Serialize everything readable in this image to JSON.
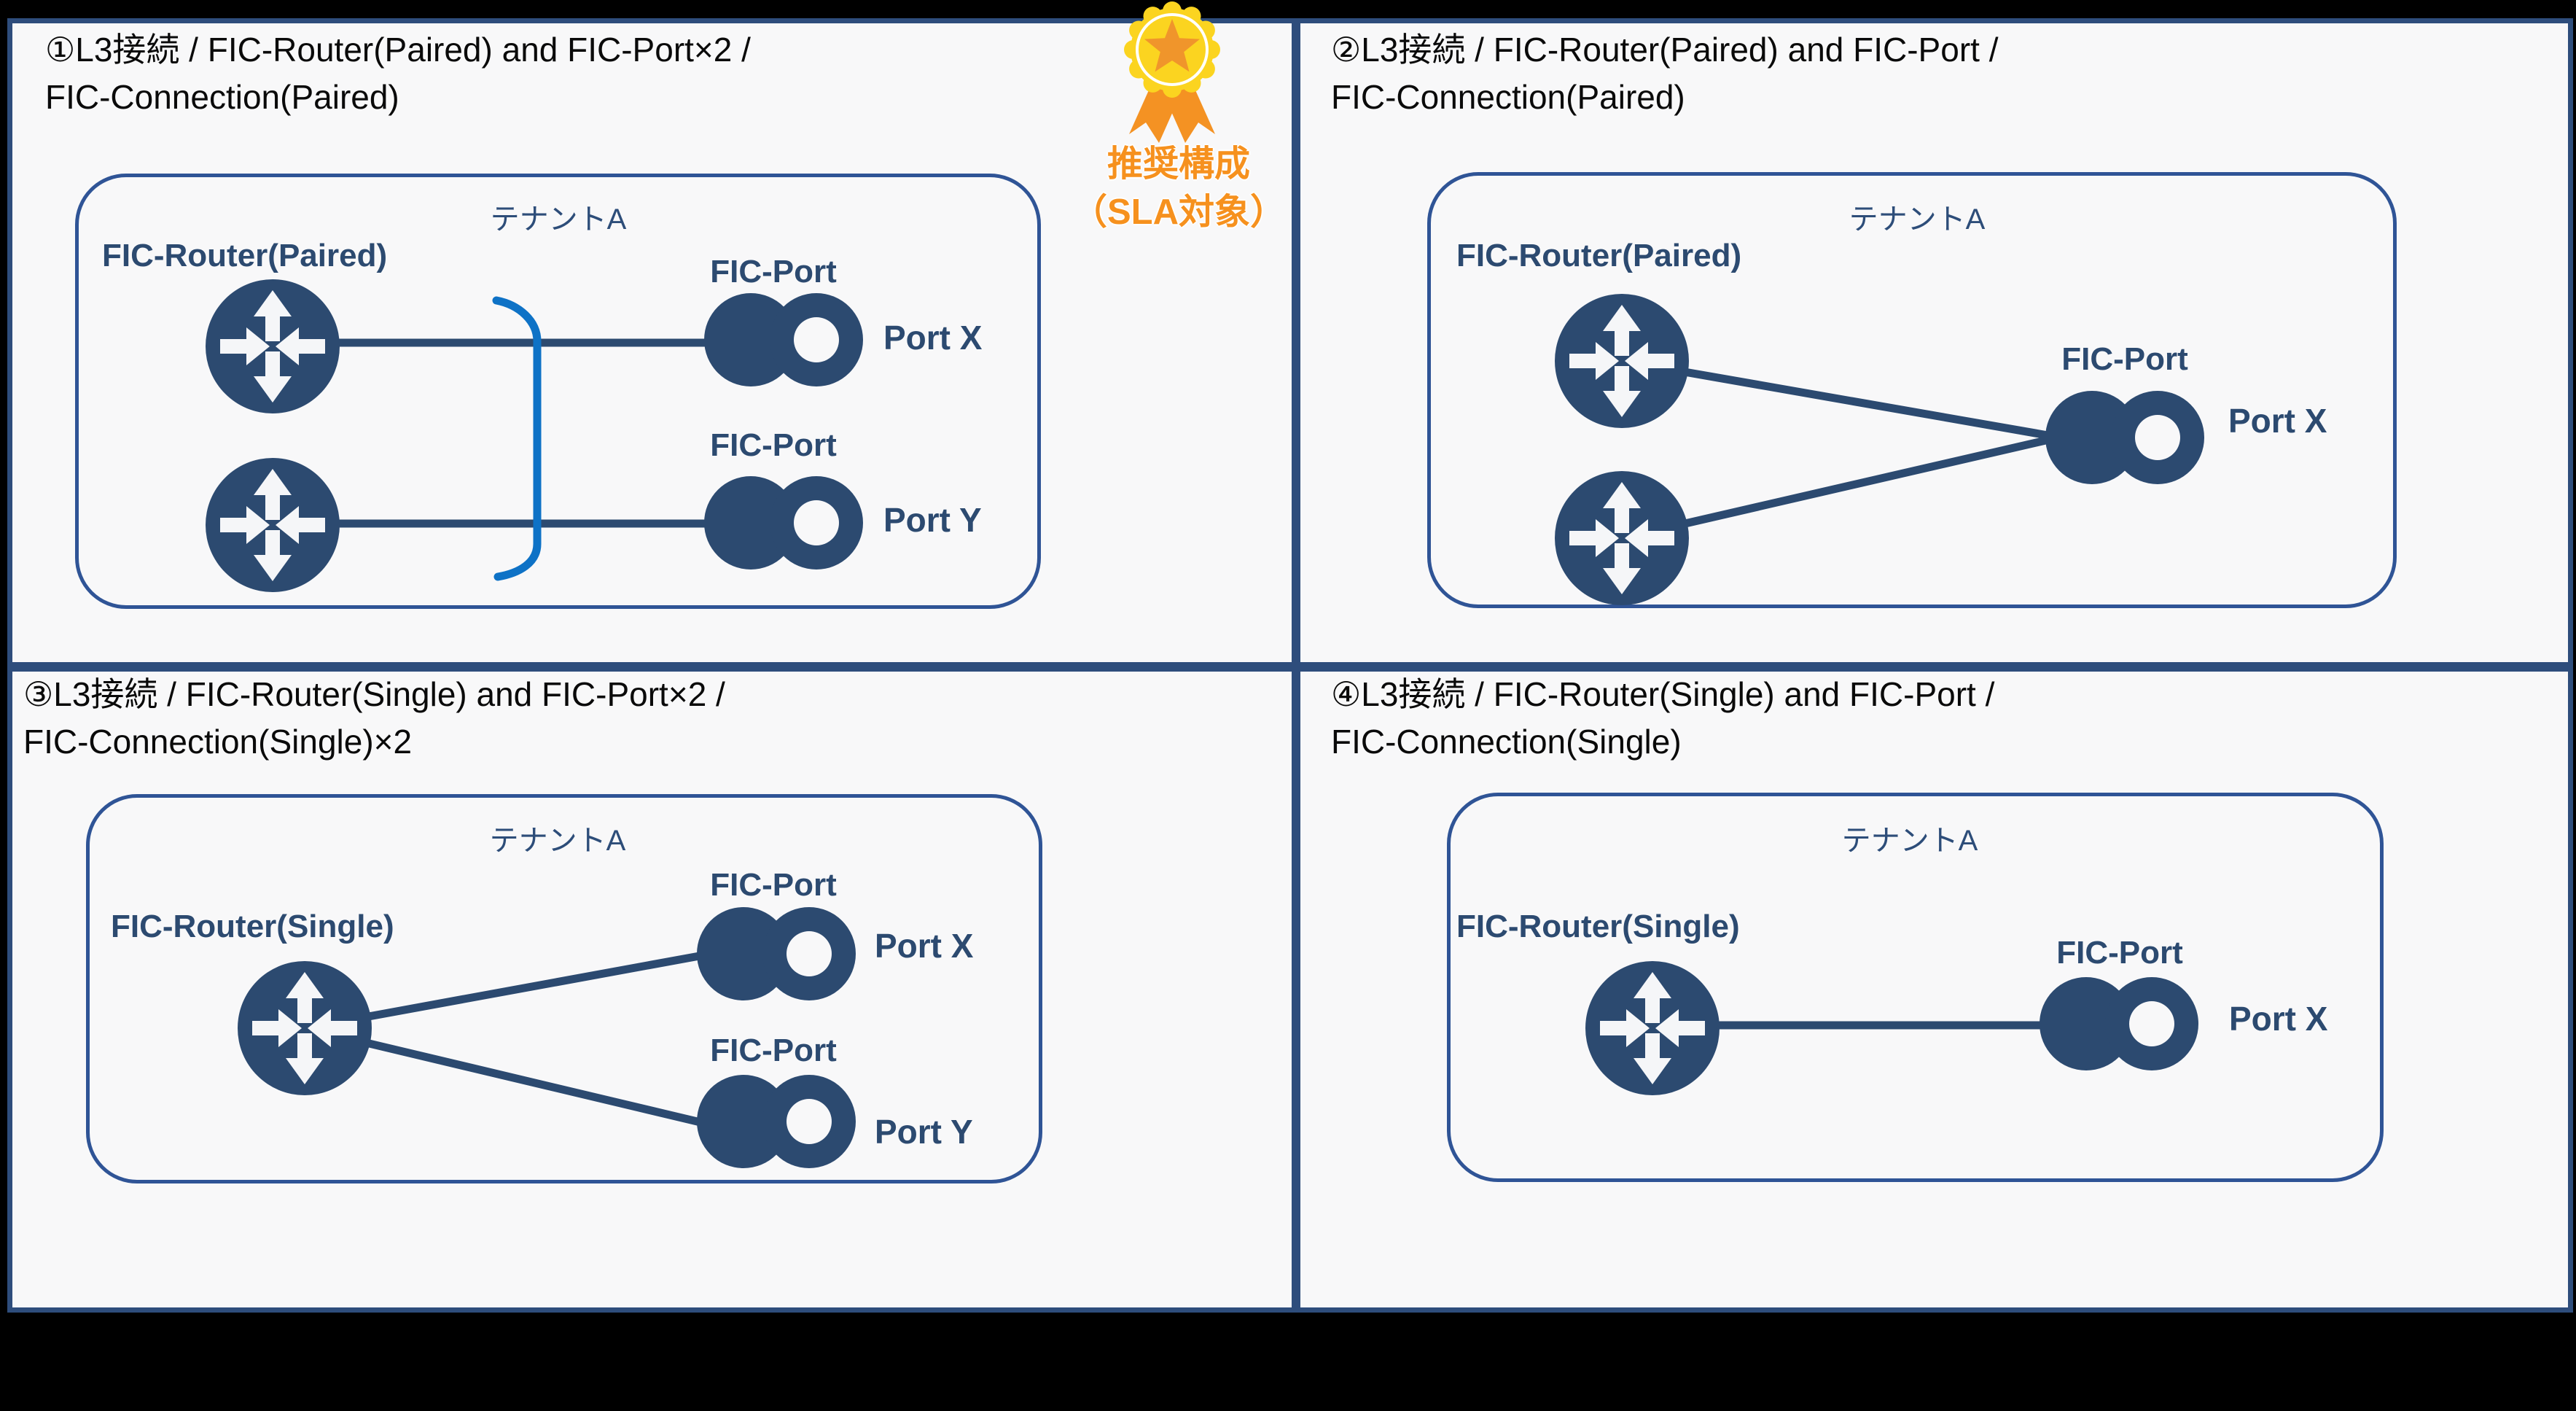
{
  "badge": {
    "medal_icon": "gold-medal-with-star-and-ribbons",
    "line1": "推奨構成",
    "line2": "（SLA対象）"
  },
  "tenant_label": "テナントA",
  "panels": [
    {
      "title_line1": "①L3接続 / FIC-Router(Paired) and FIC-Port×2 /",
      "title_line2": "FIC-Connection(Paired)",
      "tenant": "テナントA",
      "router_label": "FIC-Router(Paired)",
      "router_count": 2,
      "paired_connection_bracket": true,
      "ports": [
        {
          "label": "FIC-Port",
          "name": "Port X"
        },
        {
          "label": "FIC-Port",
          "name": "Port Y"
        }
      ]
    },
    {
      "title_line1": "②L3接続 / FIC-Router(Paired) and FIC-Port /",
      "title_line2": "FIC-Connection(Paired)",
      "tenant": "テナントA",
      "router_label": "FIC-Router(Paired)",
      "router_count": 2,
      "paired_connection_bracket": false,
      "ports": [
        {
          "label": "FIC-Port",
          "name": "Port X"
        }
      ]
    },
    {
      "title_line1": "③L3接続 / FIC-Router(Single) and FIC-Port×2 /",
      "title_line2": "FIC-Connection(Single)×2",
      "tenant": "テナントA",
      "router_label": "FIC-Router(Single)",
      "router_count": 1,
      "paired_connection_bracket": false,
      "ports": [
        {
          "label": "FIC-Port",
          "name": "Port X"
        },
        {
          "label": "FIC-Port",
          "name": "Port Y"
        }
      ]
    },
    {
      "title_line1": "④L3接続 / FIC-Router(Single) and FIC-Port /",
      "title_line2": "FIC-Connection(Single)",
      "tenant": "テナントA",
      "router_label": "FIC-Router(Single)",
      "router_count": 1,
      "paired_connection_bracket": false,
      "ports": [
        {
          "label": "FIC-Port",
          "name": "Port X"
        }
      ]
    }
  ],
  "colors": {
    "background_outside": "#000000",
    "panel_background": "#f8f8f9",
    "frame_navy": "#2e4d7c",
    "diagram_navy": "#2c4a70",
    "tenant_border_blue": "#2f5496",
    "tenant_text_blue": "#2d4d79",
    "paired_bracket_blue": "#0e72c6",
    "badge_orange": "#f6911e",
    "medal_yellow": "#fbd420",
    "medal_star_orange": "#f0952b",
    "title_text": "#0a0a0a"
  }
}
